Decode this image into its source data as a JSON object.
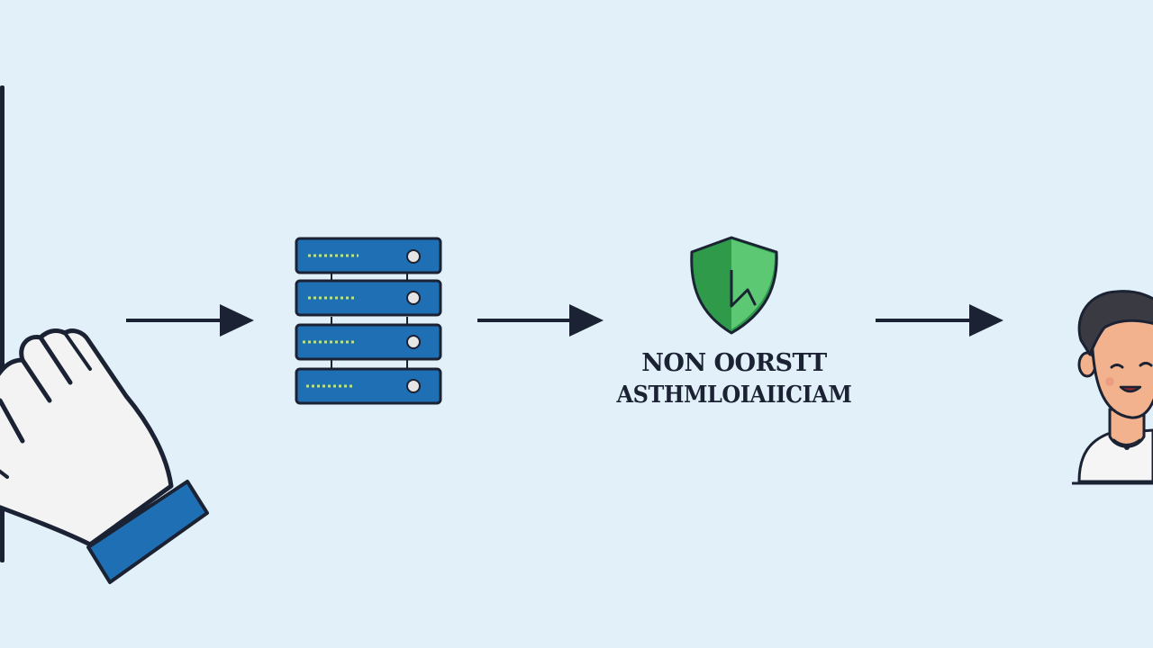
{
  "diagram": {
    "colors": {
      "background": "#e2f1f9",
      "stroke": "#1b2233",
      "server_blue": "#1f6fb5",
      "shield_dark_green": "#2e9a4a",
      "shield_light_green": "#5cc874",
      "skin": "#f1b28d",
      "hair": "#3a3a42",
      "cuff_blue": "#1f6fb5"
    },
    "nodes": [
      {
        "id": "hand",
        "icon": "hand-icon"
      },
      {
        "id": "server",
        "icon": "server-rack-icon",
        "units": 4
      },
      {
        "id": "security",
        "icon": "shield-icon",
        "caption_lines": [
          "NON OORSTT",
          "ASTHMLOIAIICIAM"
        ]
      },
      {
        "id": "user",
        "icon": "person-avatar-icon"
      }
    ],
    "flow": [
      "hand",
      "server",
      "security",
      "user"
    ]
  }
}
